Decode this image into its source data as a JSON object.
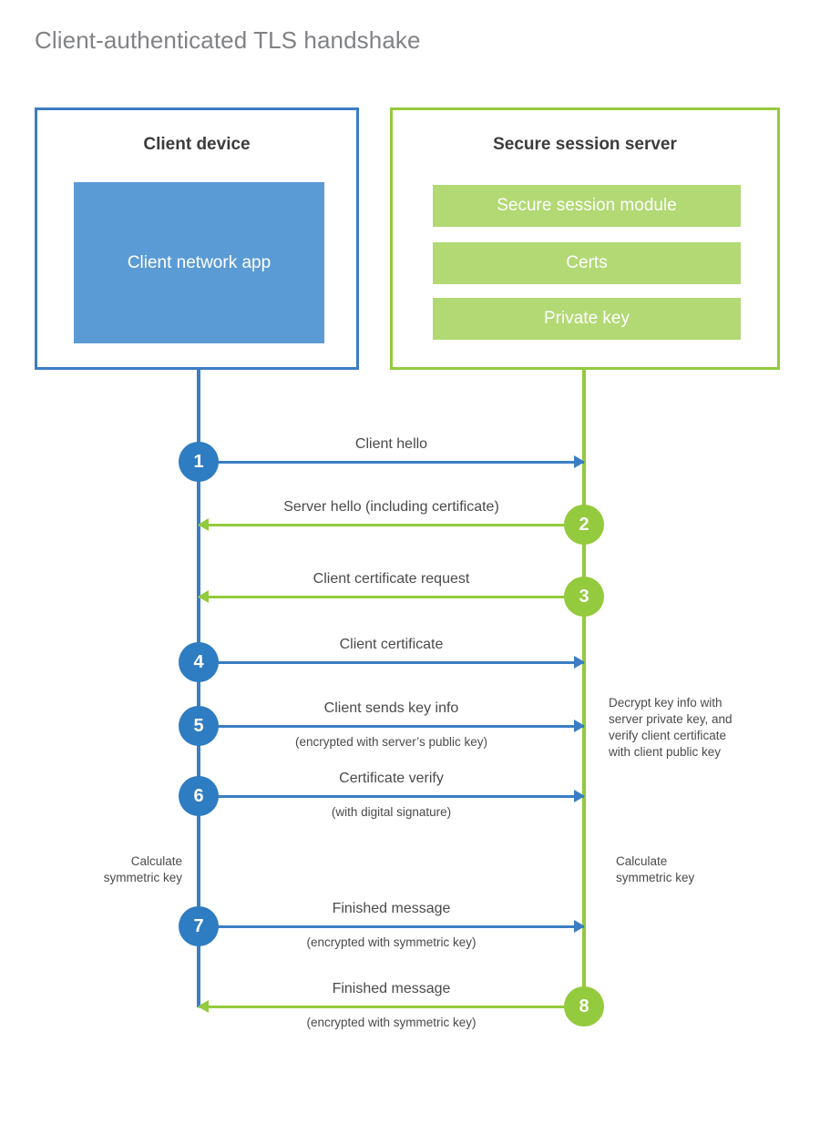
{
  "title": "Client-authenticated TLS handshake",
  "colors": {
    "blue_border": "#3B7DC4",
    "blue_fill": "#5B9BD5",
    "blue_circle": "#2E7CC2",
    "green_border": "#94CA3D",
    "green_fill": "#B2D974",
    "green_circle": "#94CA3D",
    "title_text": "#808285",
    "body_text": "#4A4A4A"
  },
  "parties": {
    "client": {
      "title": "Client device",
      "app_label": "Client network app"
    },
    "server": {
      "title": "Secure session server",
      "components": [
        "Secure session module",
        "Certs",
        "Private key"
      ]
    }
  },
  "steps": [
    {
      "number": "1",
      "label": "Client hello",
      "sublabel": "",
      "direction": "client-to-server",
      "side": "client"
    },
    {
      "number": "2",
      "label": "Server hello (including certificate)",
      "sublabel": "",
      "direction": "server-to-client",
      "side": "server"
    },
    {
      "number": "3",
      "label": "Client certificate request",
      "sublabel": "",
      "direction": "server-to-client",
      "side": "server"
    },
    {
      "number": "4",
      "label": "Client certificate",
      "sublabel": "",
      "direction": "client-to-server",
      "side": "client"
    },
    {
      "number": "5",
      "label": "Client sends key info",
      "sublabel": "(encrypted with server’s public key)",
      "direction": "client-to-server",
      "side": "client"
    },
    {
      "number": "6",
      "label": "Certificate verify",
      "sublabel": "(with digital signature)",
      "direction": "client-to-server",
      "side": "client"
    },
    {
      "number": "7",
      "label": "Finished message",
      "sublabel": "(encrypted with symmetric key)",
      "direction": "client-to-server",
      "side": "client"
    },
    {
      "number": "8",
      "label": "Finished message",
      "sublabel": "(encrypted with symmetric key)",
      "direction": "server-to-client",
      "side": "server"
    }
  ],
  "annotations": {
    "server_decrypt": "Decrypt key info with\nserver private key, and\nverify client certificate\nwith client public key",
    "client_calculate": "Calculate\nsymmetric key",
    "server_calculate": "Calculate\nsymmetric key"
  }
}
